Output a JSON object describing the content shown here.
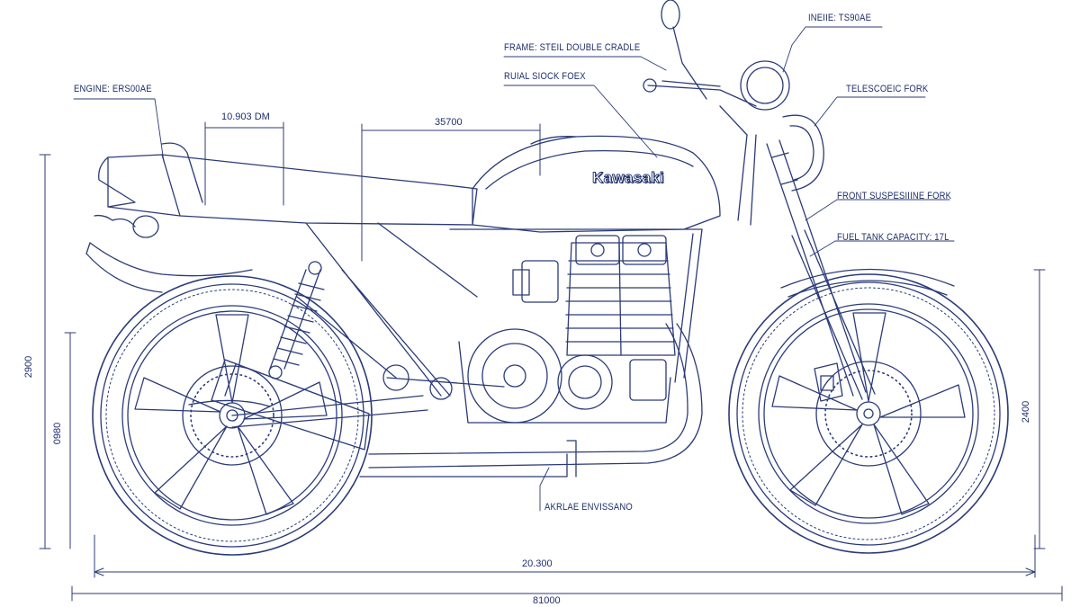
{
  "labels": {
    "engine": "ENGINE: ERS00AE",
    "frame": "FRAME: STEIL DOUBLE CRADLE",
    "rear_shock": "RUIAL SIOCK FOEX",
    "top_right": "INEIIE: TS90AE",
    "telescopic_fork": "TELESCOEIC FORK",
    "front_suspension": "FRONT SUSPESIIINE FORK",
    "fuel_tank": "FUEL TANK CAPACITY: 17L",
    "exhaust": "AKRLAE ENVISSANO"
  },
  "dimensions": {
    "seat_dim": "10.903 DM",
    "tank_dim": "35700",
    "left_height_overall": "2900",
    "left_height_lower": "0980",
    "right_height": "2400",
    "wheelbase": "20.300",
    "overall_length": "81000"
  },
  "brand": {
    "name": "Kawasaki"
  },
  "colors": {
    "ink": "#1f2f6b",
    "line": "#2b3b78",
    "paper": "#ffffff"
  }
}
